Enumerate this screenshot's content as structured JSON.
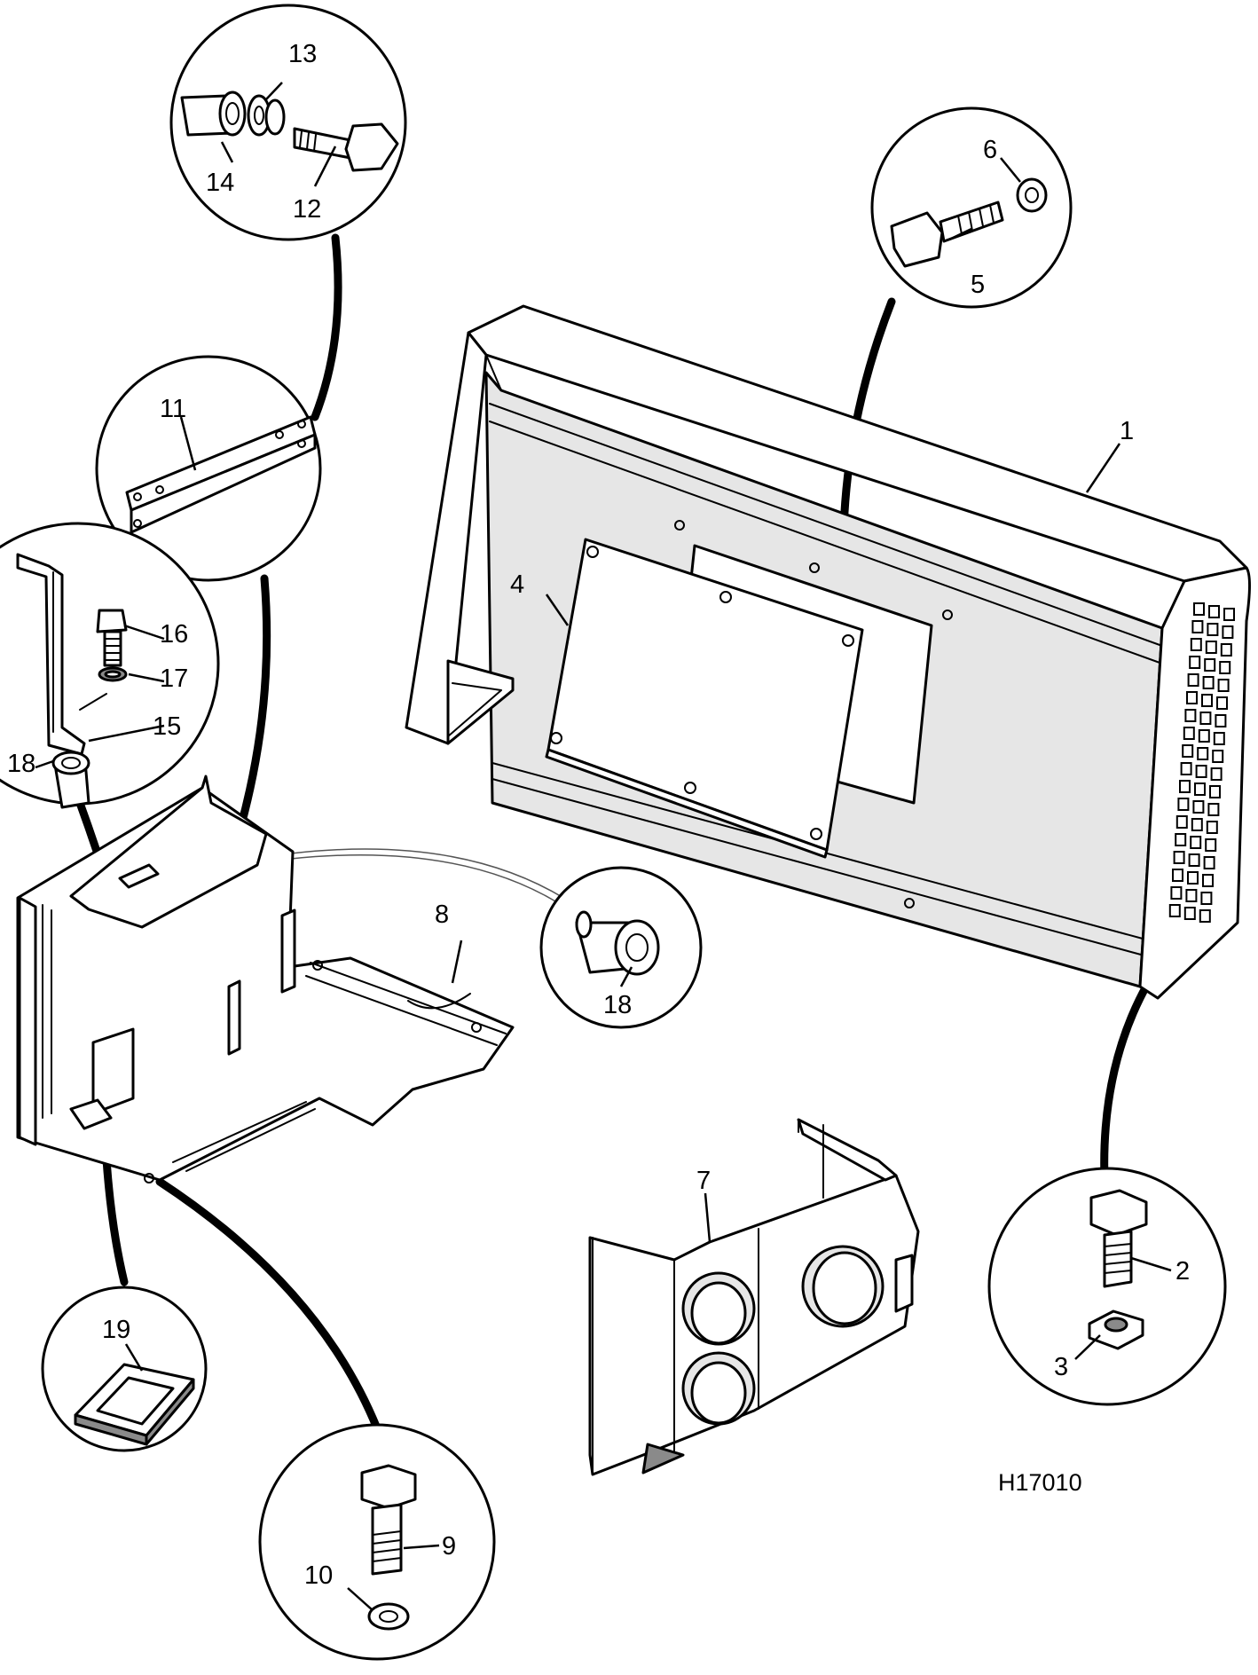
{
  "reference_code": "H17010",
  "part_labels": {
    "p1": "1",
    "p2": "2",
    "p3": "3",
    "p4": "4",
    "p5": "5",
    "p6": "6",
    "p7": "7",
    "p8": "8",
    "p9": "9",
    "p10": "10",
    "p11": "11",
    "p12": "12",
    "p13": "13",
    "p14": "14",
    "p15": "15",
    "p16": "16",
    "p17": "17",
    "p18a": "18",
    "p18b": "18",
    "p19": "19"
  }
}
